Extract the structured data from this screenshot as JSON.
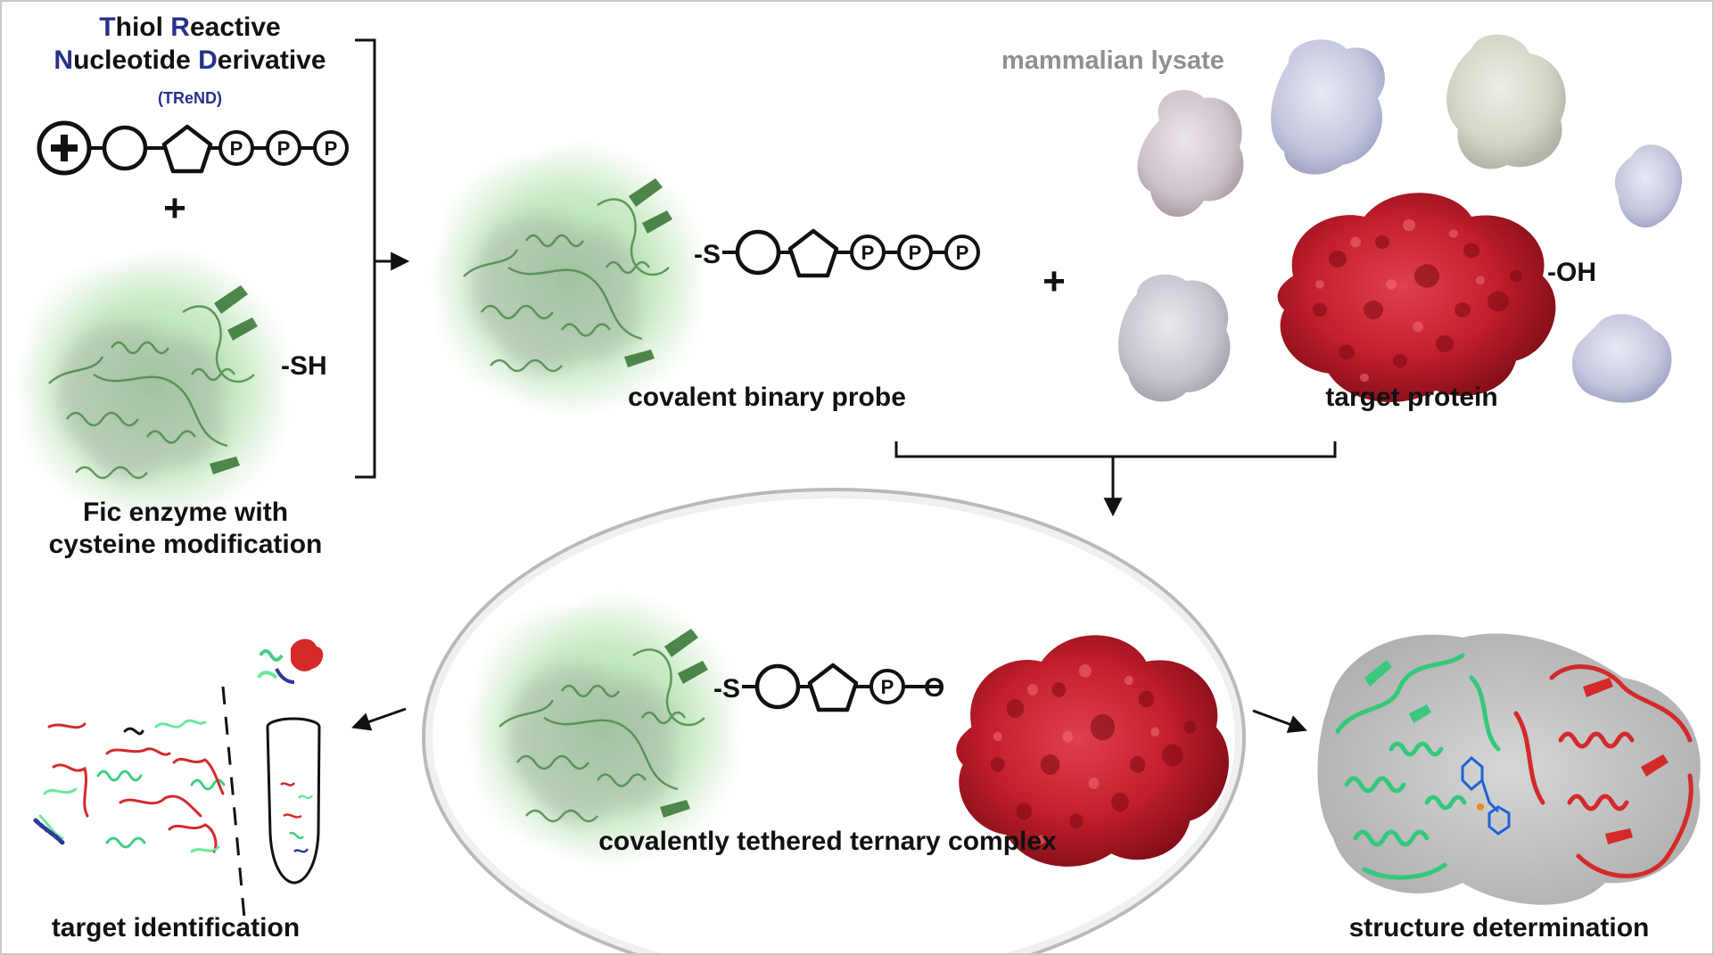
{
  "title": {
    "line1": [
      {
        "t": "T",
        "hl": true
      },
      {
        "t": "hiol ",
        "hl": false
      },
      {
        "t": "R",
        "hl": true
      },
      {
        "t": "eactive",
        "hl": false
      }
    ],
    "line2": [
      {
        "t": "N",
        "hl": true
      },
      {
        "t": "ucleotide ",
        "hl": false
      },
      {
        "t": "D",
        "hl": true
      },
      {
        "t": "erivative",
        "hl": false
      }
    ],
    "abbr": "(TReND)",
    "highlight_color": "#27318c"
  },
  "plus_signs": [
    "+",
    "+"
  ],
  "groups": {
    "thiol": "-SH",
    "thioether": "-S",
    "hydroxyl": "-OH",
    "oxygen": "O",
    "phosphate": "P"
  },
  "labels": {
    "lysate": "mammalian lysate",
    "fic_line1": "Fic enzyme with",
    "fic_line2": "cysteine modification",
    "binary_probe": "covalent binary probe",
    "target_protein": "target protein",
    "ternary_complex": "covalently tethered ternary complex",
    "target_identification": "target identification",
    "structure_determination": "structure determination"
  },
  "colors": {
    "fic_green": "#8fcf8a",
    "target_red": "#c8202e",
    "lysate_grey": "#b7b7c2",
    "ribbon_green": "#3fcf84",
    "ribbon_red": "#d42a2a"
  },
  "icons": [
    "cationic-charge-icon",
    "base-ring-icon",
    "ribose-pentagon-icon",
    "phosphate-icon",
    "arrow-icon",
    "bracket-icon",
    "tube-icon"
  ]
}
